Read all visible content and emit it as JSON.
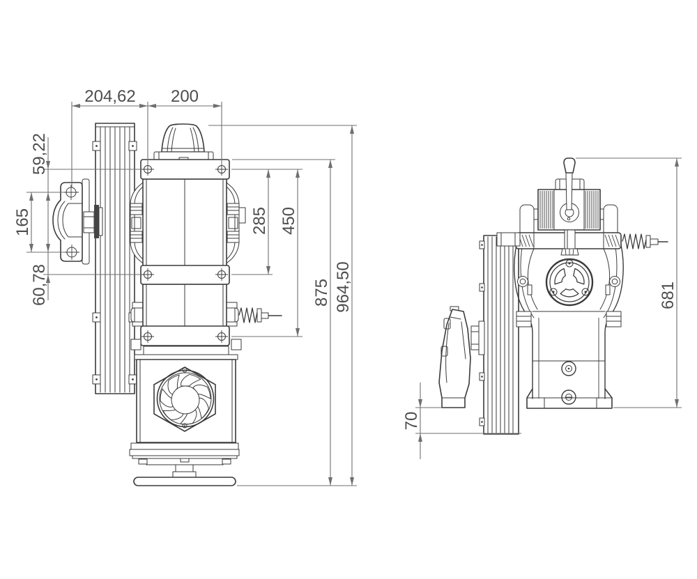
{
  "drawing": {
    "kind": "technical dimensional drawing, elevator gearless traction machine, two orthographic views",
    "front_view": {
      "dimensions": {
        "sheave_offset": "204,62",
        "frame_width": "200",
        "crossbar_to_bracket_hole": "59,22",
        "bracket_hole_spacing": "165",
        "bracket_to_mid_crossbar": "60,78",
        "upper_crossbar_span": "285",
        "crossbar_span_total": "450",
        "frame_height": "875",
        "overall_height": "964,50"
      }
    },
    "side_view": {
      "dimensions": {
        "overall_height": "681",
        "sheave_below_base": "70"
      }
    },
    "style": {
      "background": "#ffffff",
      "object_line_color": "#3a3a3a",
      "dimension_line_color": "#6f6f6f",
      "dimension_text_color": "#4d4d4d"
    }
  }
}
